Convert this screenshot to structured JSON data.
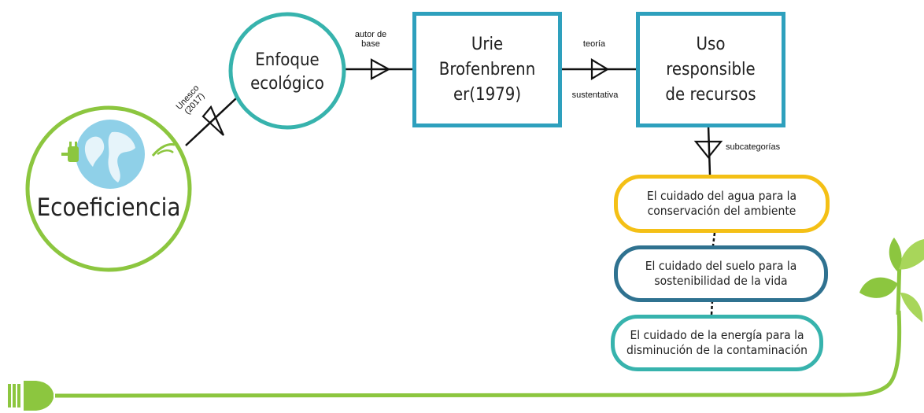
{
  "nodes": {
    "ecoeficiencia": "Ecoeficiencia",
    "enfoque": "Enfoque ecológico",
    "urie": "Urie Brofenbrenn er(1979)",
    "uso": "Uso responsible de recursos",
    "agua": "El cuidado del agua para la conservación del ambiente",
    "suelo": "El cuidado del suelo para la sostenibilidad de la vida",
    "energia": "El cuidado de la energía para la disminución de la contaminación"
  },
  "edges": {
    "unesco": "Unesco (2017)",
    "autor": "autor de base",
    "teoria": "teoría",
    "sustentativa": "sustentativa",
    "subcategorias": "subcategorías"
  },
  "colors": {
    "green": "#8cc63f",
    "teal": "#37b3ad",
    "blue": "#2ea0bd",
    "yellow": "#f4c016",
    "darkblue": "#2f7290",
    "globe": "#8fd0e8"
  },
  "icons": [
    "globe-icon",
    "plug-icon",
    "leaf-icon",
    "plant-icon",
    "power-plug-icon",
    "arrow-icon"
  ]
}
